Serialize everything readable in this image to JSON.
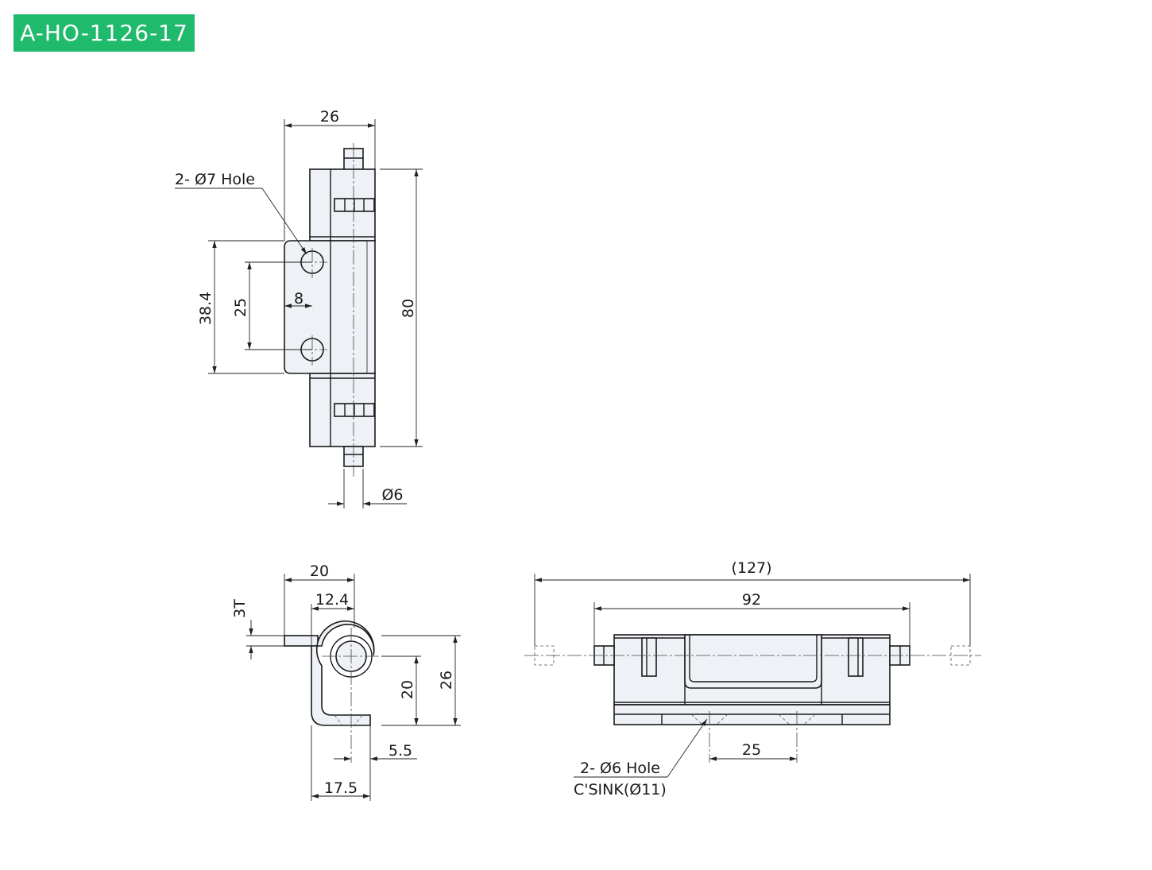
{
  "part_number": "A-HO-1126-17",
  "colors": {
    "badge_bg": "#1fba6c",
    "badge_text": "#ffffff",
    "part_fill": "#eef2f6",
    "line": "#1a1a1a"
  },
  "front_view": {
    "width_dim": "26",
    "hole_callout": "2- Ø7 Hole",
    "height_dim": "80",
    "leaf_height_dim": "38.4",
    "hole_pitch_dim": "25",
    "hole_offset_dim": "8",
    "pin_dia_dim": "Ø6"
  },
  "side_view": {
    "width_dim": "20",
    "center_dim": "12.4",
    "thickness_dim": "3T",
    "inner_height_dim": "20",
    "height_dim": "26",
    "gap_dim": "5.5",
    "base_dim": "17.5"
  },
  "top_view": {
    "overall_dim": "(127)",
    "body_dim": "92",
    "hole_pitch_dim": "25",
    "hole_callout_line1": "2- Ø6 Hole",
    "hole_callout_line2": "C'SINK(Ø11)"
  }
}
